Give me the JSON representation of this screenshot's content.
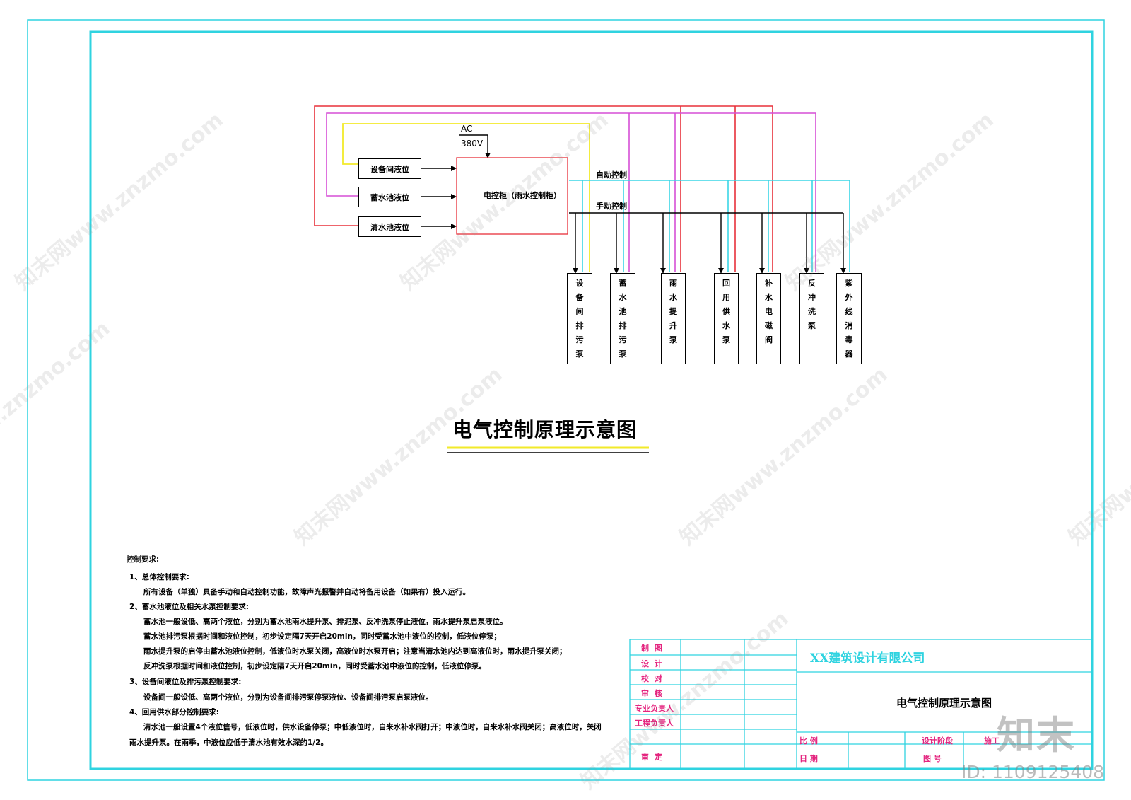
{
  "diagram": {
    "ac_label": "AC",
    "voltage_label": "380V",
    "cabinet_label": "电控柜（雨水控制柜）",
    "auto_label": "自动控制",
    "manual_label": "手动控制",
    "sensors": [
      {
        "label": "设备间液位"
      },
      {
        "label": "蓄水池液位"
      },
      {
        "label": "清水池液位"
      }
    ],
    "devices": [
      {
        "label": "设备间排污泵"
      },
      {
        "label": "蓄水池排污泵"
      },
      {
        "label": "雨水提升泵"
      },
      {
        "label": "回用供水泵"
      },
      {
        "label": "补水电磁阀"
      },
      {
        "label": "反冲洗泵"
      },
      {
        "label": "紫外线消毒器"
      }
    ],
    "title": "电气控制原理示意图",
    "colors": {
      "frame": "#2fd3e0",
      "red": "#e8303a",
      "magenta": "#d64fd6",
      "yellow": "#f2ea2a",
      "cyan": "#3ad6e6",
      "black": "#000000",
      "title_underline": "#f2ea2a"
    }
  },
  "notes": {
    "heading": "控制要求:",
    "lines": [
      "1、总体控制要求:",
      "所有设备（单独）具备手动和自动控制功能，故障声光报警并自动将备用设备（如果有）投入运行。",
      "2、蓄水池液位及相关水泵控制要求:",
      "蓄水池一般设低、高两个液位，分别为蓄水池雨水提升泵、排泥泵、反冲洗泵停止液位，雨水提升泵启泵液位。",
      "蓄水池排污泵根据时间和液位控制，初步设定隔7天开启20min，同时受蓄水池中液位的控制，低液位停泵；",
      "雨水提升泵的启停由蓄水池液位控制，低液位时水泵关闭，高液位时水泵开启；注意当清水池内达到高液位时，雨水提升泵关闭；",
      "反冲洗泵根据时间和液位控制，初步设定隔7天开启20min，同时受蓄水池中液位的控制，低液位停泵。",
      "3、设备间液位及排污泵控制要求:",
      "设备间一般设低、高两个液位，分别为设备间排污泵停泵液位、设备间排污泵启泵液位。",
      "4、回用供水部分控制要求:",
      "清水池一般设置4个液位信号，低液位时，供水设备停泵；中低液位时，自来水补水阀打开；中液位时，自来水补水阀关闭；高液位时，关闭",
      "雨水提升泵。在雨季，中液位应低于清水池有效水深的1/2。"
    ]
  },
  "title_block": {
    "roles": [
      "制  图",
      "设  计",
      "校  对",
      "审  核",
      "专业负责人",
      "工程负责人",
      "审  定"
    ],
    "company": "XX建筑设计有限公司",
    "drawing_name": "电气控制原理示意图",
    "scale_label": "比  例",
    "date_label": "日  期",
    "stage_label": "设计阶段",
    "stage_value": "施工",
    "number_label": "图  号"
  },
  "watermark": {
    "text": "知末网www.znzmo.com",
    "logo": "知末",
    "id_text": "ID: 1109125408"
  }
}
